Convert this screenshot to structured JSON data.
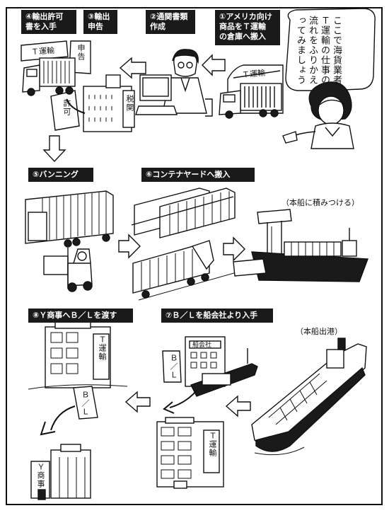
{
  "steps": {
    "s1": "①アメリカ向け\n商品をＴ運輸\nの倉庫へ搬入",
    "s2": "②通関書類\n作成",
    "s3": "③輸出\n申告",
    "s4": "④輸出許可\n書を入手",
    "s5": "⑤バンニング",
    "s6": "⑥コンテナヤードへ搬入",
    "s7": "⑦Ｂ／Ｌを船会社より入手",
    "s8": "⑧Ｙ商事へＢ／Ｌを渡す"
  },
  "notes": {
    "load": "（本船に積みつける）",
    "depart": "（本船出港）"
  },
  "speech": "ここで海貨業者Ｔ運輸の仕事の流れをふりかえってみましょう",
  "signs": {
    "t_unyu": "Ｔ運輸",
    "shinkoku": "申告",
    "kyoka": "許可",
    "zeikan": "税関",
    "bl": "Ｂ／Ｌ",
    "funagaisha": "船会社",
    "y_shoji": "Ｙ商事"
  }
}
